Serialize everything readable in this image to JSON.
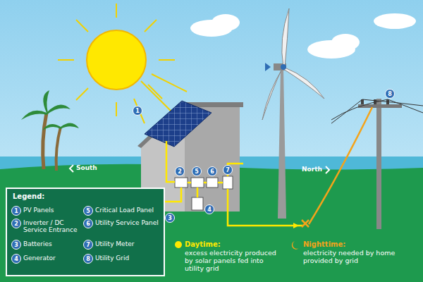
{
  "diagram": {
    "labels": [
      "Legend:",
      "1",
      "2",
      "3",
      "4",
      "5",
      "6",
      "7",
      "8",
      "1",
      "2",
      "3",
      "4",
      "5",
      "6",
      "7",
      "8",
      "South",
      "North",
      "Daytime:",
      "excess electricity produced by solar panels fed into utility grid",
      "Nighttime:",
      "electricity needed by home provided by grid"
    ],
    "legend": [
      {
        "text": "PV Panels"
      },
      {
        "text": "Inverter / DC Service Entrance"
      },
      {
        "text": "Batteries"
      },
      {
        "text": "Generator"
      },
      {
        "text": "Critical Load Panel"
      },
      {
        "text": "Utility Service Panel"
      },
      {
        "text": "Utility Meter"
      },
      {
        "text": "Utility Grid"
      }
    ]
  }
}
